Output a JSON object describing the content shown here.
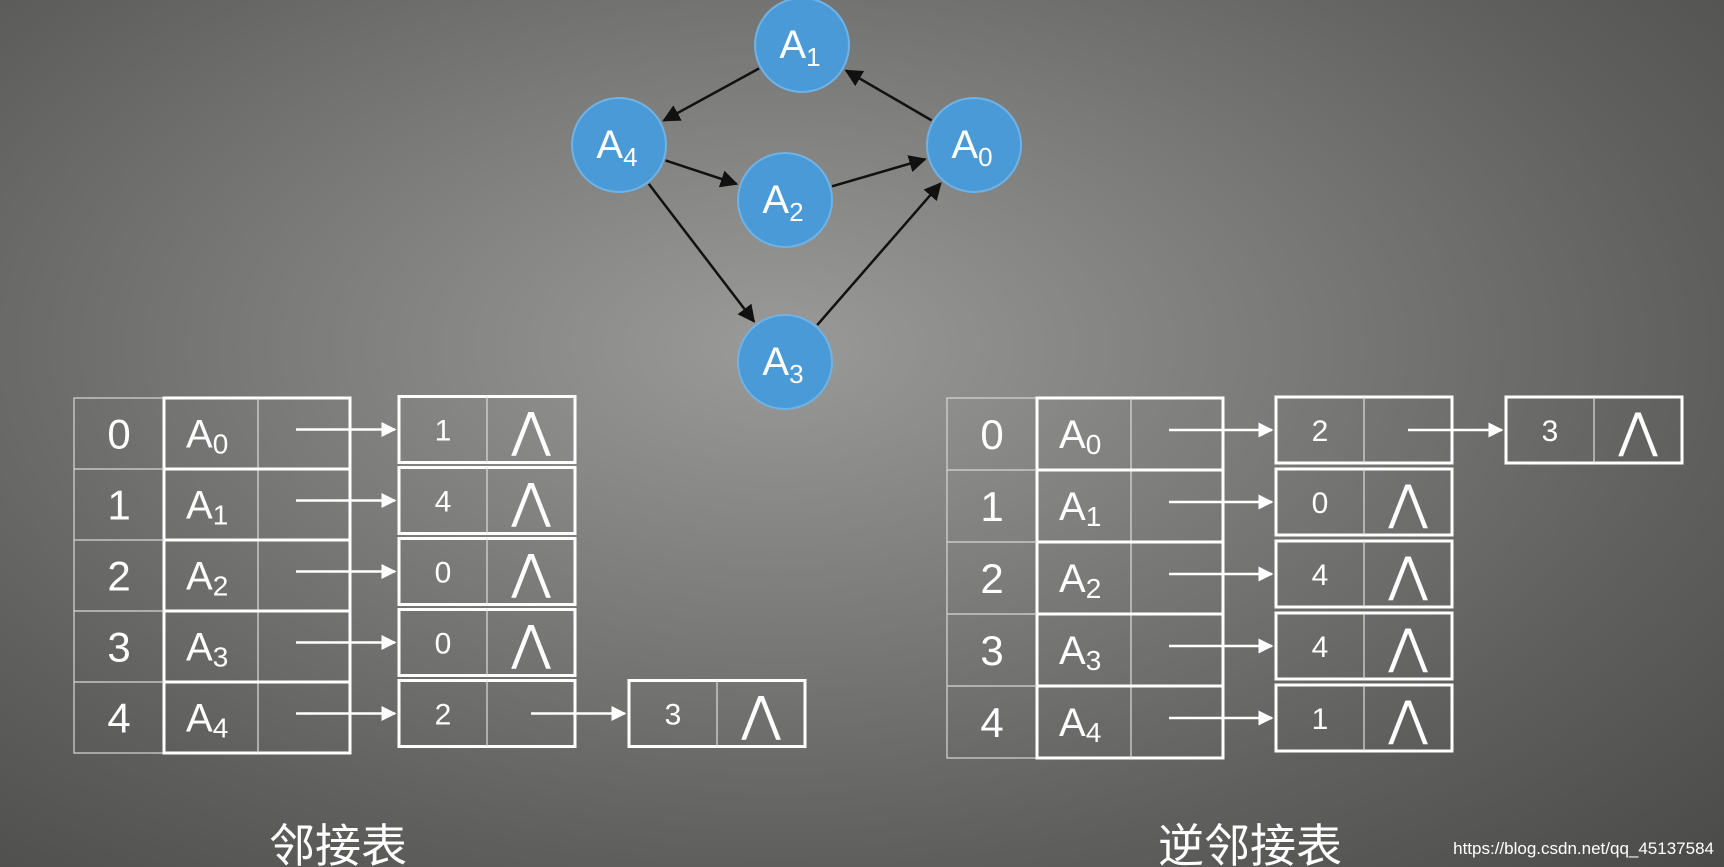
{
  "graph": {
    "nodes": [
      {
        "id": "A1",
        "base": "A",
        "sub": "1"
      },
      {
        "id": "A4",
        "base": "A",
        "sub": "4"
      },
      {
        "id": "A0",
        "base": "A",
        "sub": "0"
      },
      {
        "id": "A2",
        "base": "A",
        "sub": "2"
      },
      {
        "id": "A3",
        "base": "A",
        "sub": "3"
      }
    ],
    "edges": [
      {
        "from": "A1",
        "to": "A4"
      },
      {
        "from": "A0",
        "to": "A1"
      },
      {
        "from": "A4",
        "to": "A2"
      },
      {
        "from": "A2",
        "to": "A0"
      },
      {
        "from": "A4",
        "to": "A3"
      },
      {
        "from": "A3",
        "to": "A0"
      }
    ]
  },
  "adjacency_list": {
    "caption": "邻接表",
    "rows": [
      {
        "index": "0",
        "vertex_base": "A",
        "vertex_sub": "0",
        "chain": [
          [
            "1",
            "⋀"
          ]
        ]
      },
      {
        "index": "1",
        "vertex_base": "A",
        "vertex_sub": "1",
        "chain": [
          [
            "4",
            "⋀"
          ]
        ]
      },
      {
        "index": "2",
        "vertex_base": "A",
        "vertex_sub": "2",
        "chain": [
          [
            "0",
            "⋀"
          ]
        ]
      },
      {
        "index": "3",
        "vertex_base": "A",
        "vertex_sub": "3",
        "chain": [
          [
            "0",
            "⋀"
          ]
        ]
      },
      {
        "index": "4",
        "vertex_base": "A",
        "vertex_sub": "4",
        "chain": [
          [
            "2",
            ""
          ],
          [
            "3",
            "⋀"
          ]
        ]
      }
    ]
  },
  "inverse_adjacency_list": {
    "caption": "逆邻接表",
    "rows": [
      {
        "index": "0",
        "vertex_base": "A",
        "vertex_sub": "0",
        "chain": [
          [
            "2",
            ""
          ],
          [
            "3",
            "⋀"
          ]
        ]
      },
      {
        "index": "1",
        "vertex_base": "A",
        "vertex_sub": "1",
        "chain": [
          [
            "0",
            "⋀"
          ]
        ]
      },
      {
        "index": "2",
        "vertex_base": "A",
        "vertex_sub": "2",
        "chain": [
          [
            "4",
            "⋀"
          ]
        ]
      },
      {
        "index": "3",
        "vertex_base": "A",
        "vertex_sub": "3",
        "chain": [
          [
            "4",
            "⋀"
          ]
        ]
      },
      {
        "index": "4",
        "vertex_base": "A",
        "vertex_sub": "4",
        "chain": [
          [
            "1",
            "⋀"
          ]
        ]
      }
    ]
  },
  "watermark": "https://blog.csdn.net/qq_45137584",
  "colors": {
    "node_fill": "#4a9ad8",
    "edge": "#111111",
    "line": "#ffffff"
  }
}
